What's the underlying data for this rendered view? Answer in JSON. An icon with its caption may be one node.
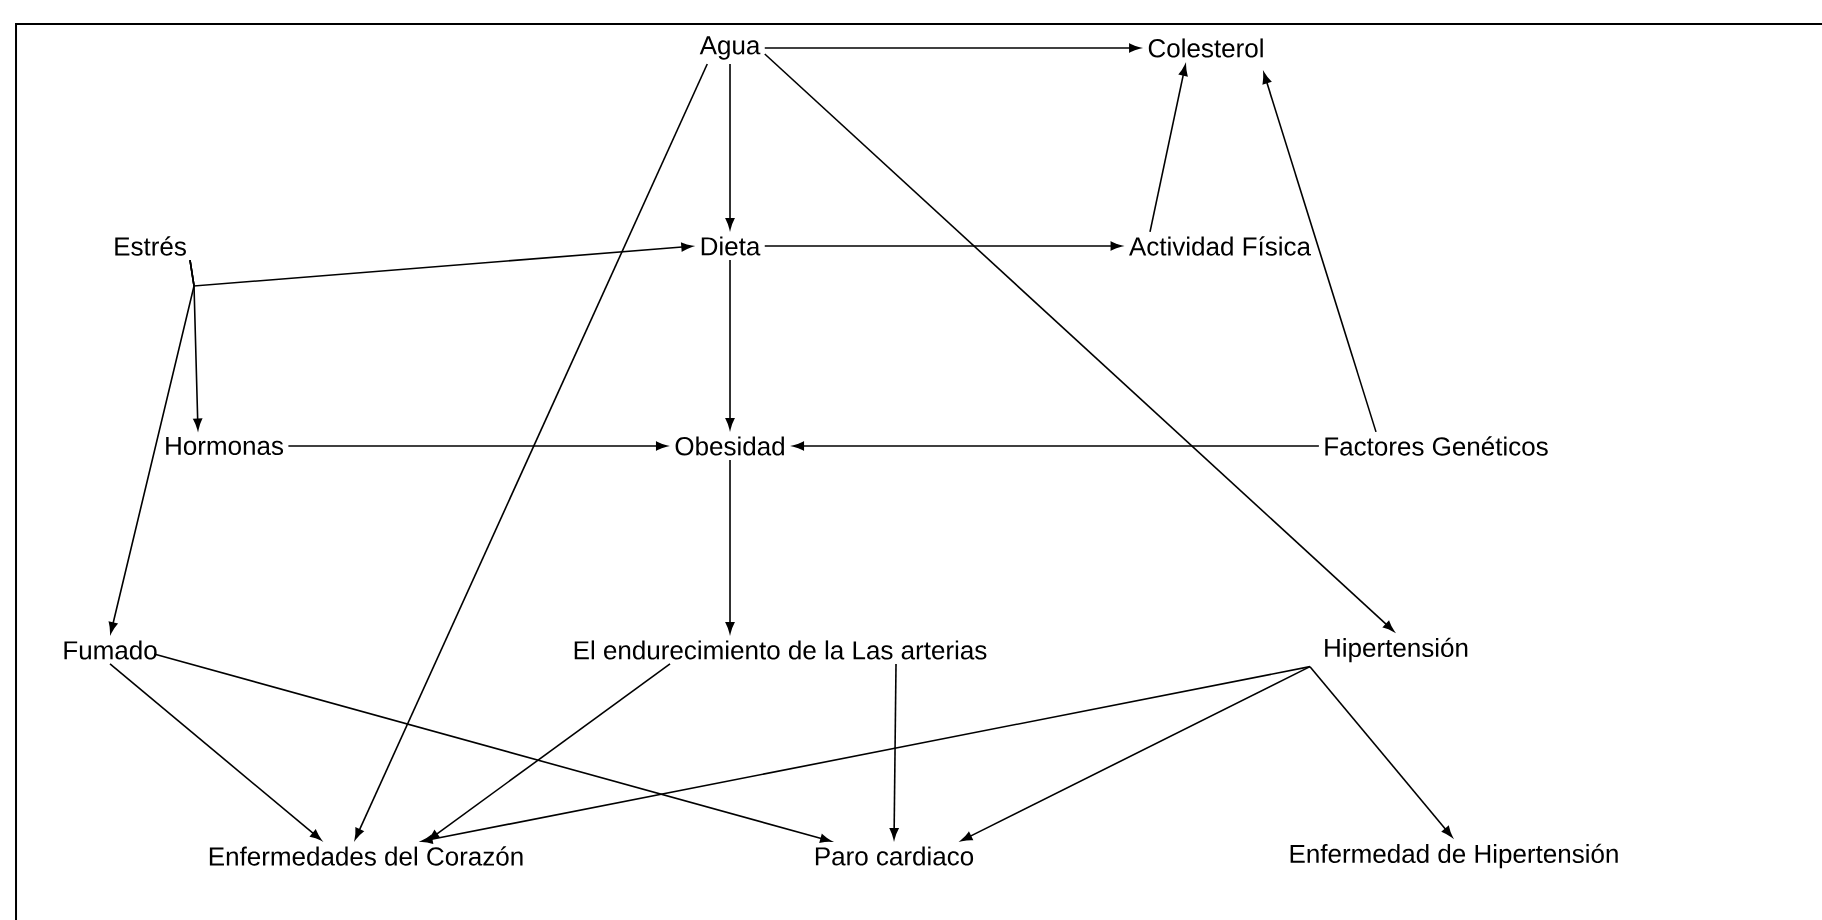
{
  "diagram": {
    "nodes": [
      {
        "text": [
          "Agua"
        ]
      },
      {
        "text": [
          "Colesterol"
        ]
      },
      {
        "text": [
          "Estrés"
        ]
      },
      {
        "text": [
          "Dieta"
        ]
      },
      {
        "text": [
          "Actividad Física"
        ]
      },
      {
        "text": [
          "Hormonas"
        ]
      },
      {
        "text": [
          "Obesidad"
        ]
      },
      {
        "text": [
          "Factores Genéticos"
        ]
      },
      {
        "text": [
          "Fumado"
        ]
      },
      {
        "text": [
          "El endurecimiento de la Las arterias"
        ]
      },
      {
        "text": [
          "Hipertensión"
        ]
      },
      {
        "text": [
          "Enfermedades del Corazón"
        ]
      },
      {
        "text": [
          "Paro cardiaco"
        ]
      },
      {
        "text": [
          "Enfermedad de Hipertensión"
        ]
      }
    ],
    "edges": [
      {
        "from": 0,
        "to": 1,
        "arrow": "to"
      },
      {
        "from": 0,
        "to": 3,
        "arrow": "to"
      },
      {
        "from": 0,
        "to": 11,
        "arrow": "to"
      },
      {
        "from": 0,
        "to": 10,
        "arrow": "to"
      },
      {
        "from": 2,
        "to": 3,
        "arrow": "to"
      },
      {
        "from": 2,
        "to": 5,
        "arrow": "to"
      },
      {
        "from": 2,
        "to": 8,
        "arrow": "to"
      },
      {
        "from": 3,
        "to": 4,
        "arrow": "to"
      },
      {
        "from": 3,
        "to": 6,
        "arrow": "to"
      },
      {
        "from": 4,
        "to": 1,
        "arrow": "to"
      },
      {
        "from": 5,
        "to": 6,
        "arrow": "to"
      },
      {
        "from": 7,
        "to": 6,
        "arrow": "to"
      },
      {
        "from": 7,
        "to": 1,
        "arrow": "to"
      },
      {
        "from": 6,
        "to": 9,
        "arrow": "to"
      },
      {
        "from": 8,
        "to": 11,
        "arrow": "to"
      },
      {
        "from": 8,
        "to": 12,
        "arrow": "to"
      },
      {
        "from": 9,
        "to": 11,
        "arrow": "to"
      },
      {
        "from": 9,
        "to": 12,
        "arrow": "to"
      },
      {
        "from": 10,
        "to": 11,
        "arrow": "to"
      },
      {
        "from": 10,
        "to": 12,
        "arrow": "to"
      },
      {
        "from": 10,
        "to": 13,
        "arrow": "to"
      }
    ]
  }
}
